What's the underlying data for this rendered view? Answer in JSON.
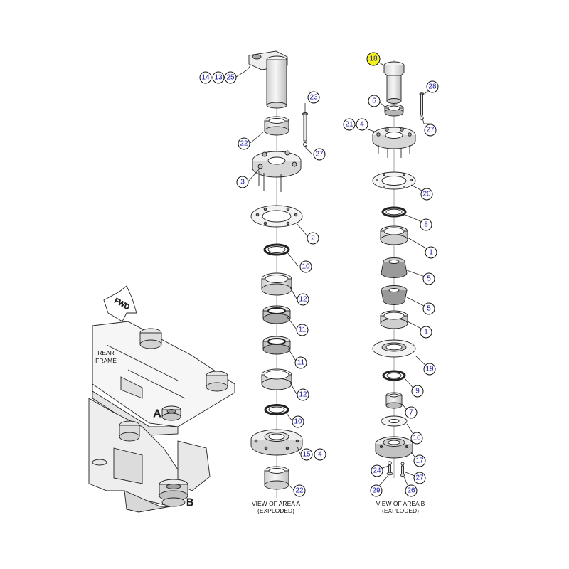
{
  "frame": {
    "fwd_label": "FWD",
    "rear_frame_line1": "REAR",
    "rear_frame_line2": "FRAME",
    "area_a_letter": "A",
    "area_b_letter": "B"
  },
  "captions": {
    "area_a_line1": "VIEW OF AREA A",
    "area_a_line2": "(EXPLODED)",
    "area_b_line1": "VIEW OF AREA B",
    "area_b_line2": "(EXPLODED)"
  },
  "callouts": {
    "a_14": "14",
    "a_13": "13",
    "a_25": "25",
    "a_23": "23",
    "a_22_top": "22",
    "a_27": "27",
    "a_3": "3",
    "a_2": "2",
    "a_10_top": "10",
    "a_12_top": "12",
    "a_11_top": "11",
    "a_11_bot": "11",
    "a_12_bot": "12",
    "a_10_bot": "10",
    "a_15": "15",
    "a_4": "4",
    "a_22_bot": "22",
    "b_18": "18",
    "b_6": "6",
    "b_28": "28",
    "b_27_top": "27",
    "b_21": "21",
    "b_4": "4",
    "b_20": "20",
    "b_8": "8",
    "b_1_top": "1",
    "b_5_top": "5",
    "b_5_bot": "5",
    "b_1_bot": "1",
    "b_19": "19",
    "b_9": "9",
    "b_7": "7",
    "b_16": "16",
    "b_17": "17",
    "b_24": "24",
    "b_27_bot": "27",
    "b_29": "29",
    "b_26": "26"
  },
  "colors": {
    "callout_text": "#1a1aa8",
    "highlight": "#f5f21a",
    "line": "#111111"
  }
}
